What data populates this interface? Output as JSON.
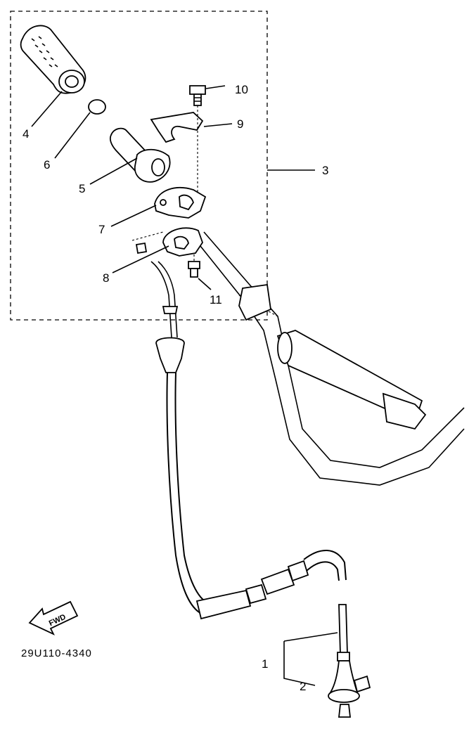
{
  "diagram": {
    "catalog_code": "29U110-4340",
    "fwd_label": "FWD",
    "callouts": [
      {
        "id": "1",
        "label": "1"
      },
      {
        "id": "2",
        "label": "2"
      },
      {
        "id": "3",
        "label": "3"
      },
      {
        "id": "4",
        "label": "4"
      },
      {
        "id": "5",
        "label": "5"
      },
      {
        "id": "6",
        "label": "6"
      },
      {
        "id": "7",
        "label": "7"
      },
      {
        "id": "8",
        "label": "8"
      },
      {
        "id": "9",
        "label": "9"
      },
      {
        "id": "10",
        "label": "10"
      },
      {
        "id": "11",
        "label": "11"
      }
    ]
  }
}
